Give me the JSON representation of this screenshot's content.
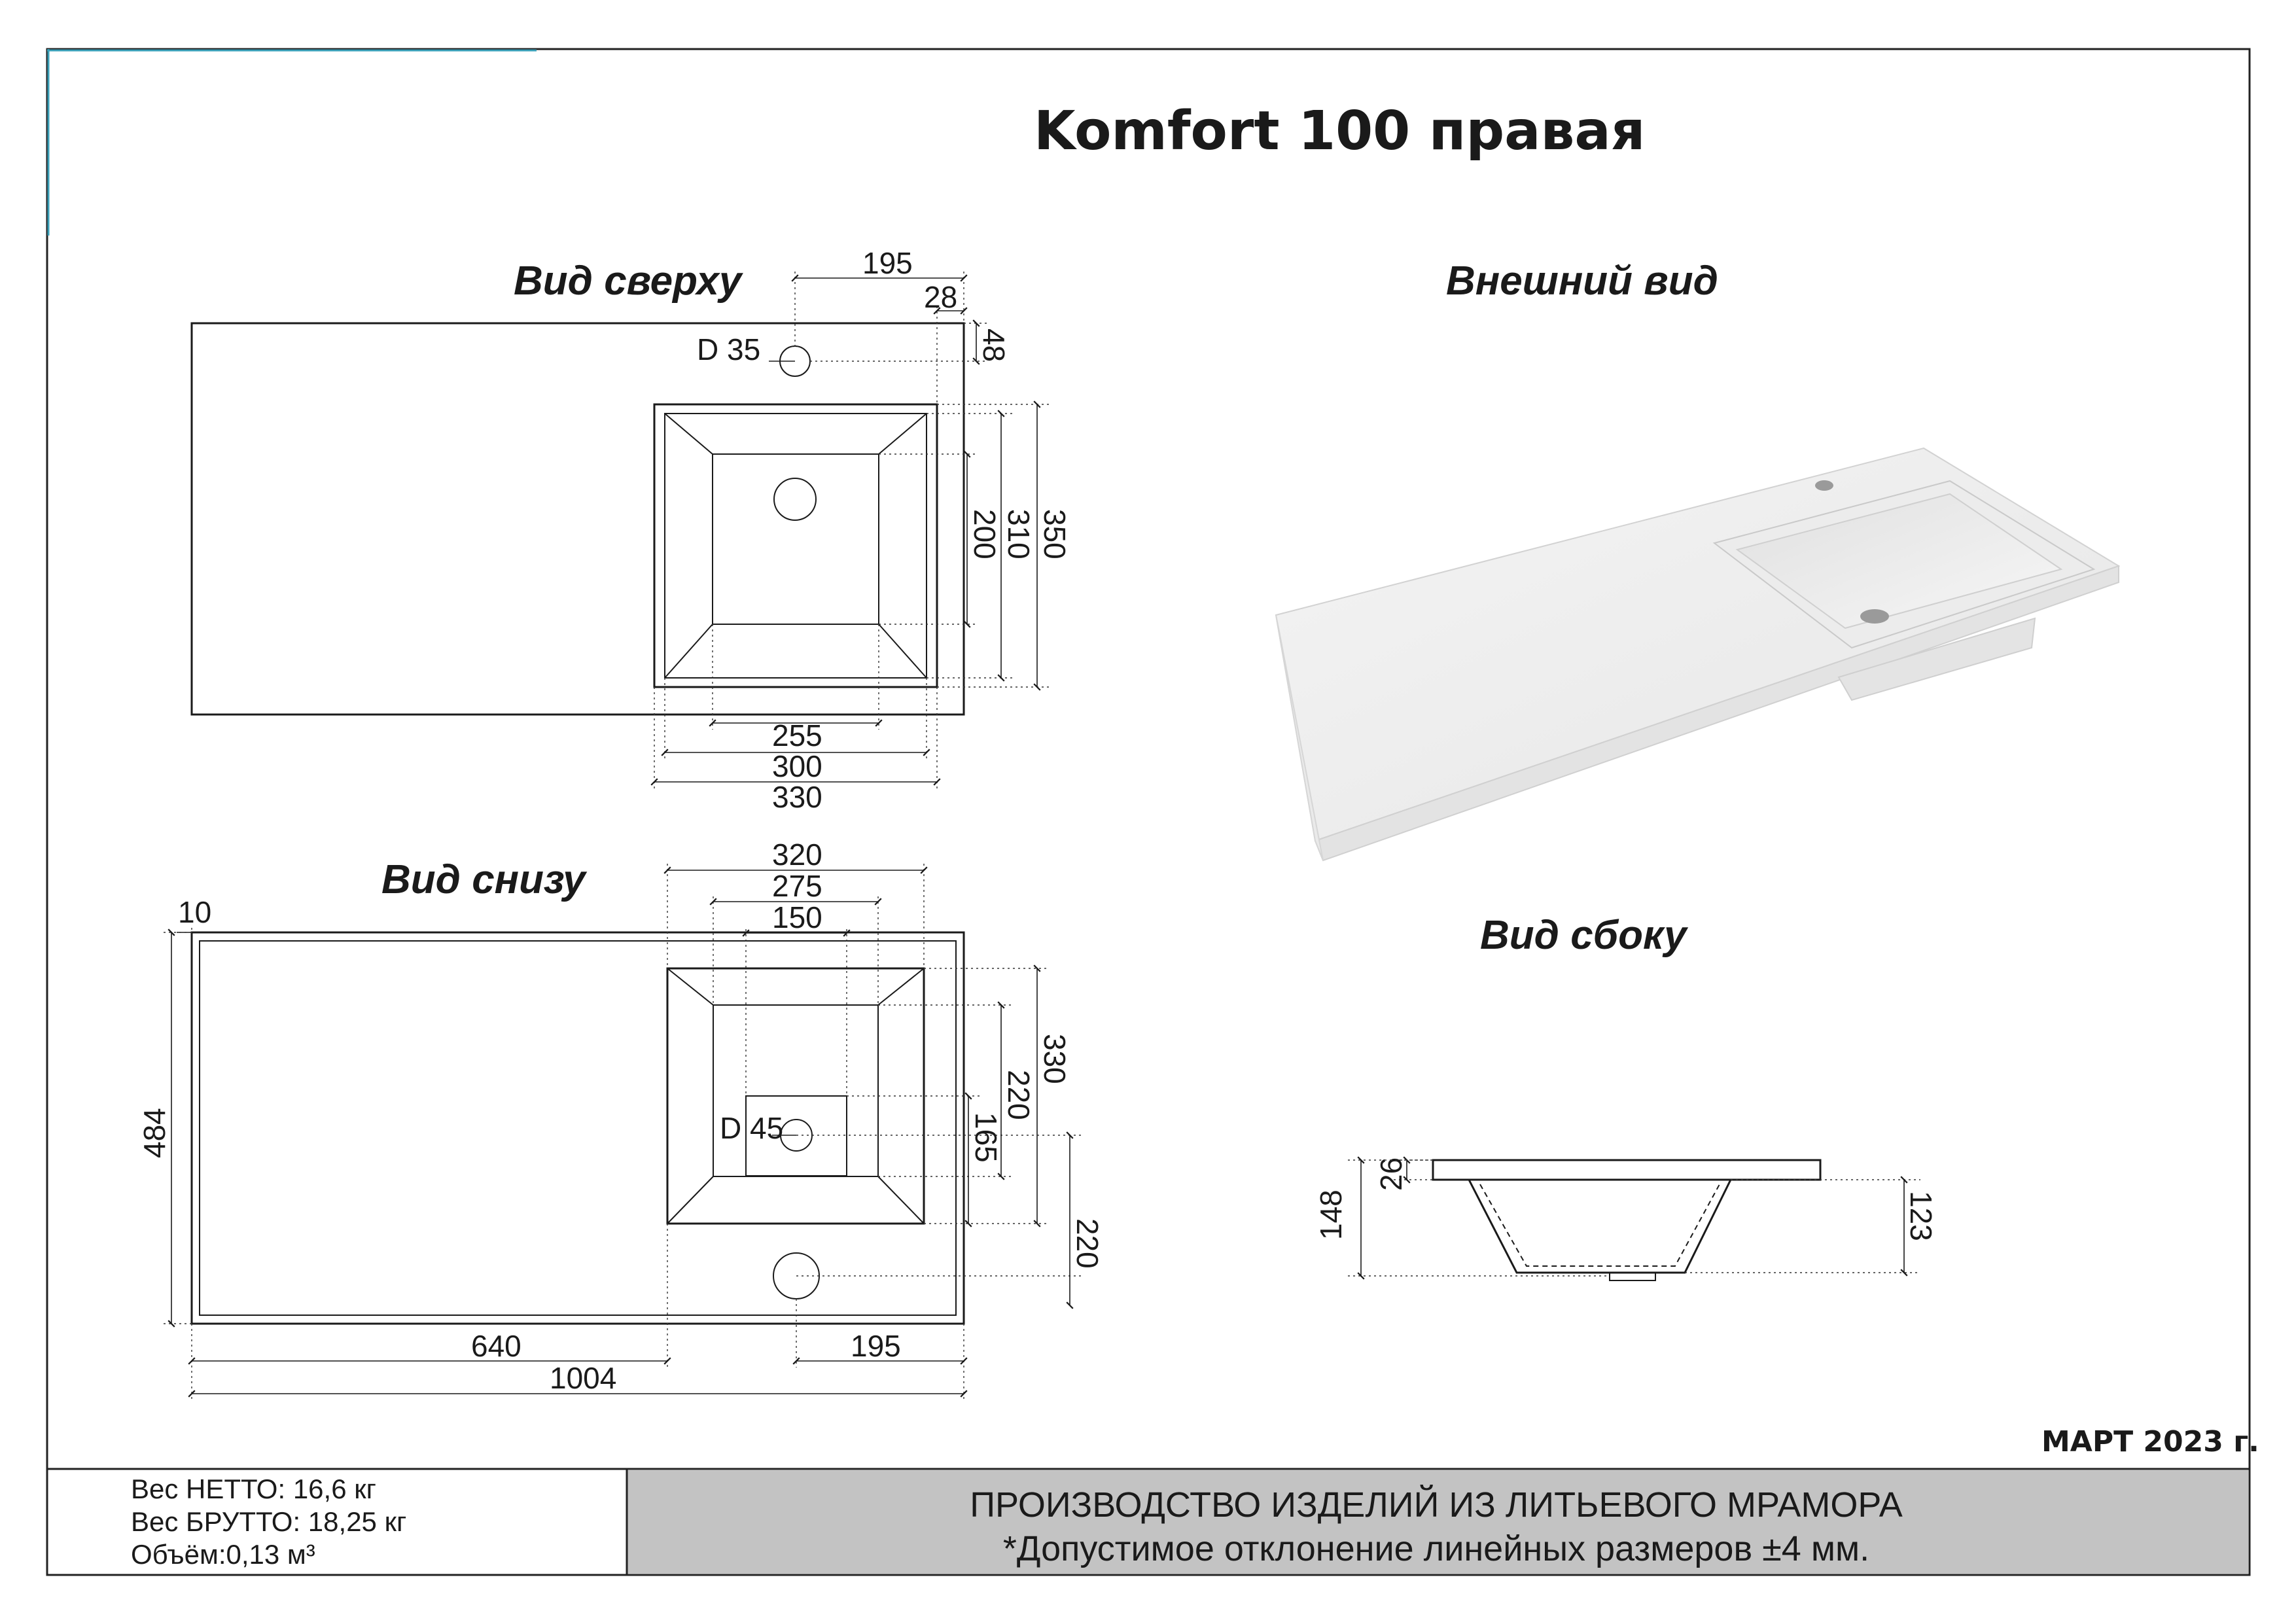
{
  "title": "Komfort 100 правая",
  "views": {
    "top": "Вид сверху",
    "bottom": "Вид снизу",
    "exterior": "Внешний вид",
    "side": "Вид сбоку"
  },
  "dimensions": {
    "top": {
      "d195": "195",
      "d28": "28",
      "d48": "48",
      "hole": "D 35",
      "d350": "350",
      "d310": "310",
      "d200": "200",
      "d255": "255",
      "d300": "300",
      "d330": "330"
    },
    "bottom": {
      "d320": "320",
      "d275": "275",
      "d150": "150",
      "d10": "10",
      "d484": "484",
      "d330": "330",
      "d220a": "220",
      "d165": "165",
      "hole": "D 45",
      "d220b": "220",
      "d640": "640",
      "d195": "195",
      "d1004": "1004"
    },
    "side": {
      "d26": "26",
      "d148": "148",
      "d123": "123"
    }
  },
  "date": "МАРТ 2023 г.",
  "footer": {
    "net_weight": "Вес НЕТТО: 16,6 кг",
    "gross_weight": "Вес БРУТТО: 18,25 кг",
    "volume": "Объём:0,13 м³",
    "production": "ПРОИЗВОДСТВО ИЗДЕЛИЙ ИЗ ЛИТЬЕВОГО МРАМОРА",
    "tolerance": "*Допустимое отклонение линейных размеров ±4 мм."
  },
  "colors": {
    "footer_band": "#c3c3c3",
    "frame": "#222222",
    "accent_corner": "#3aa0b8"
  }
}
